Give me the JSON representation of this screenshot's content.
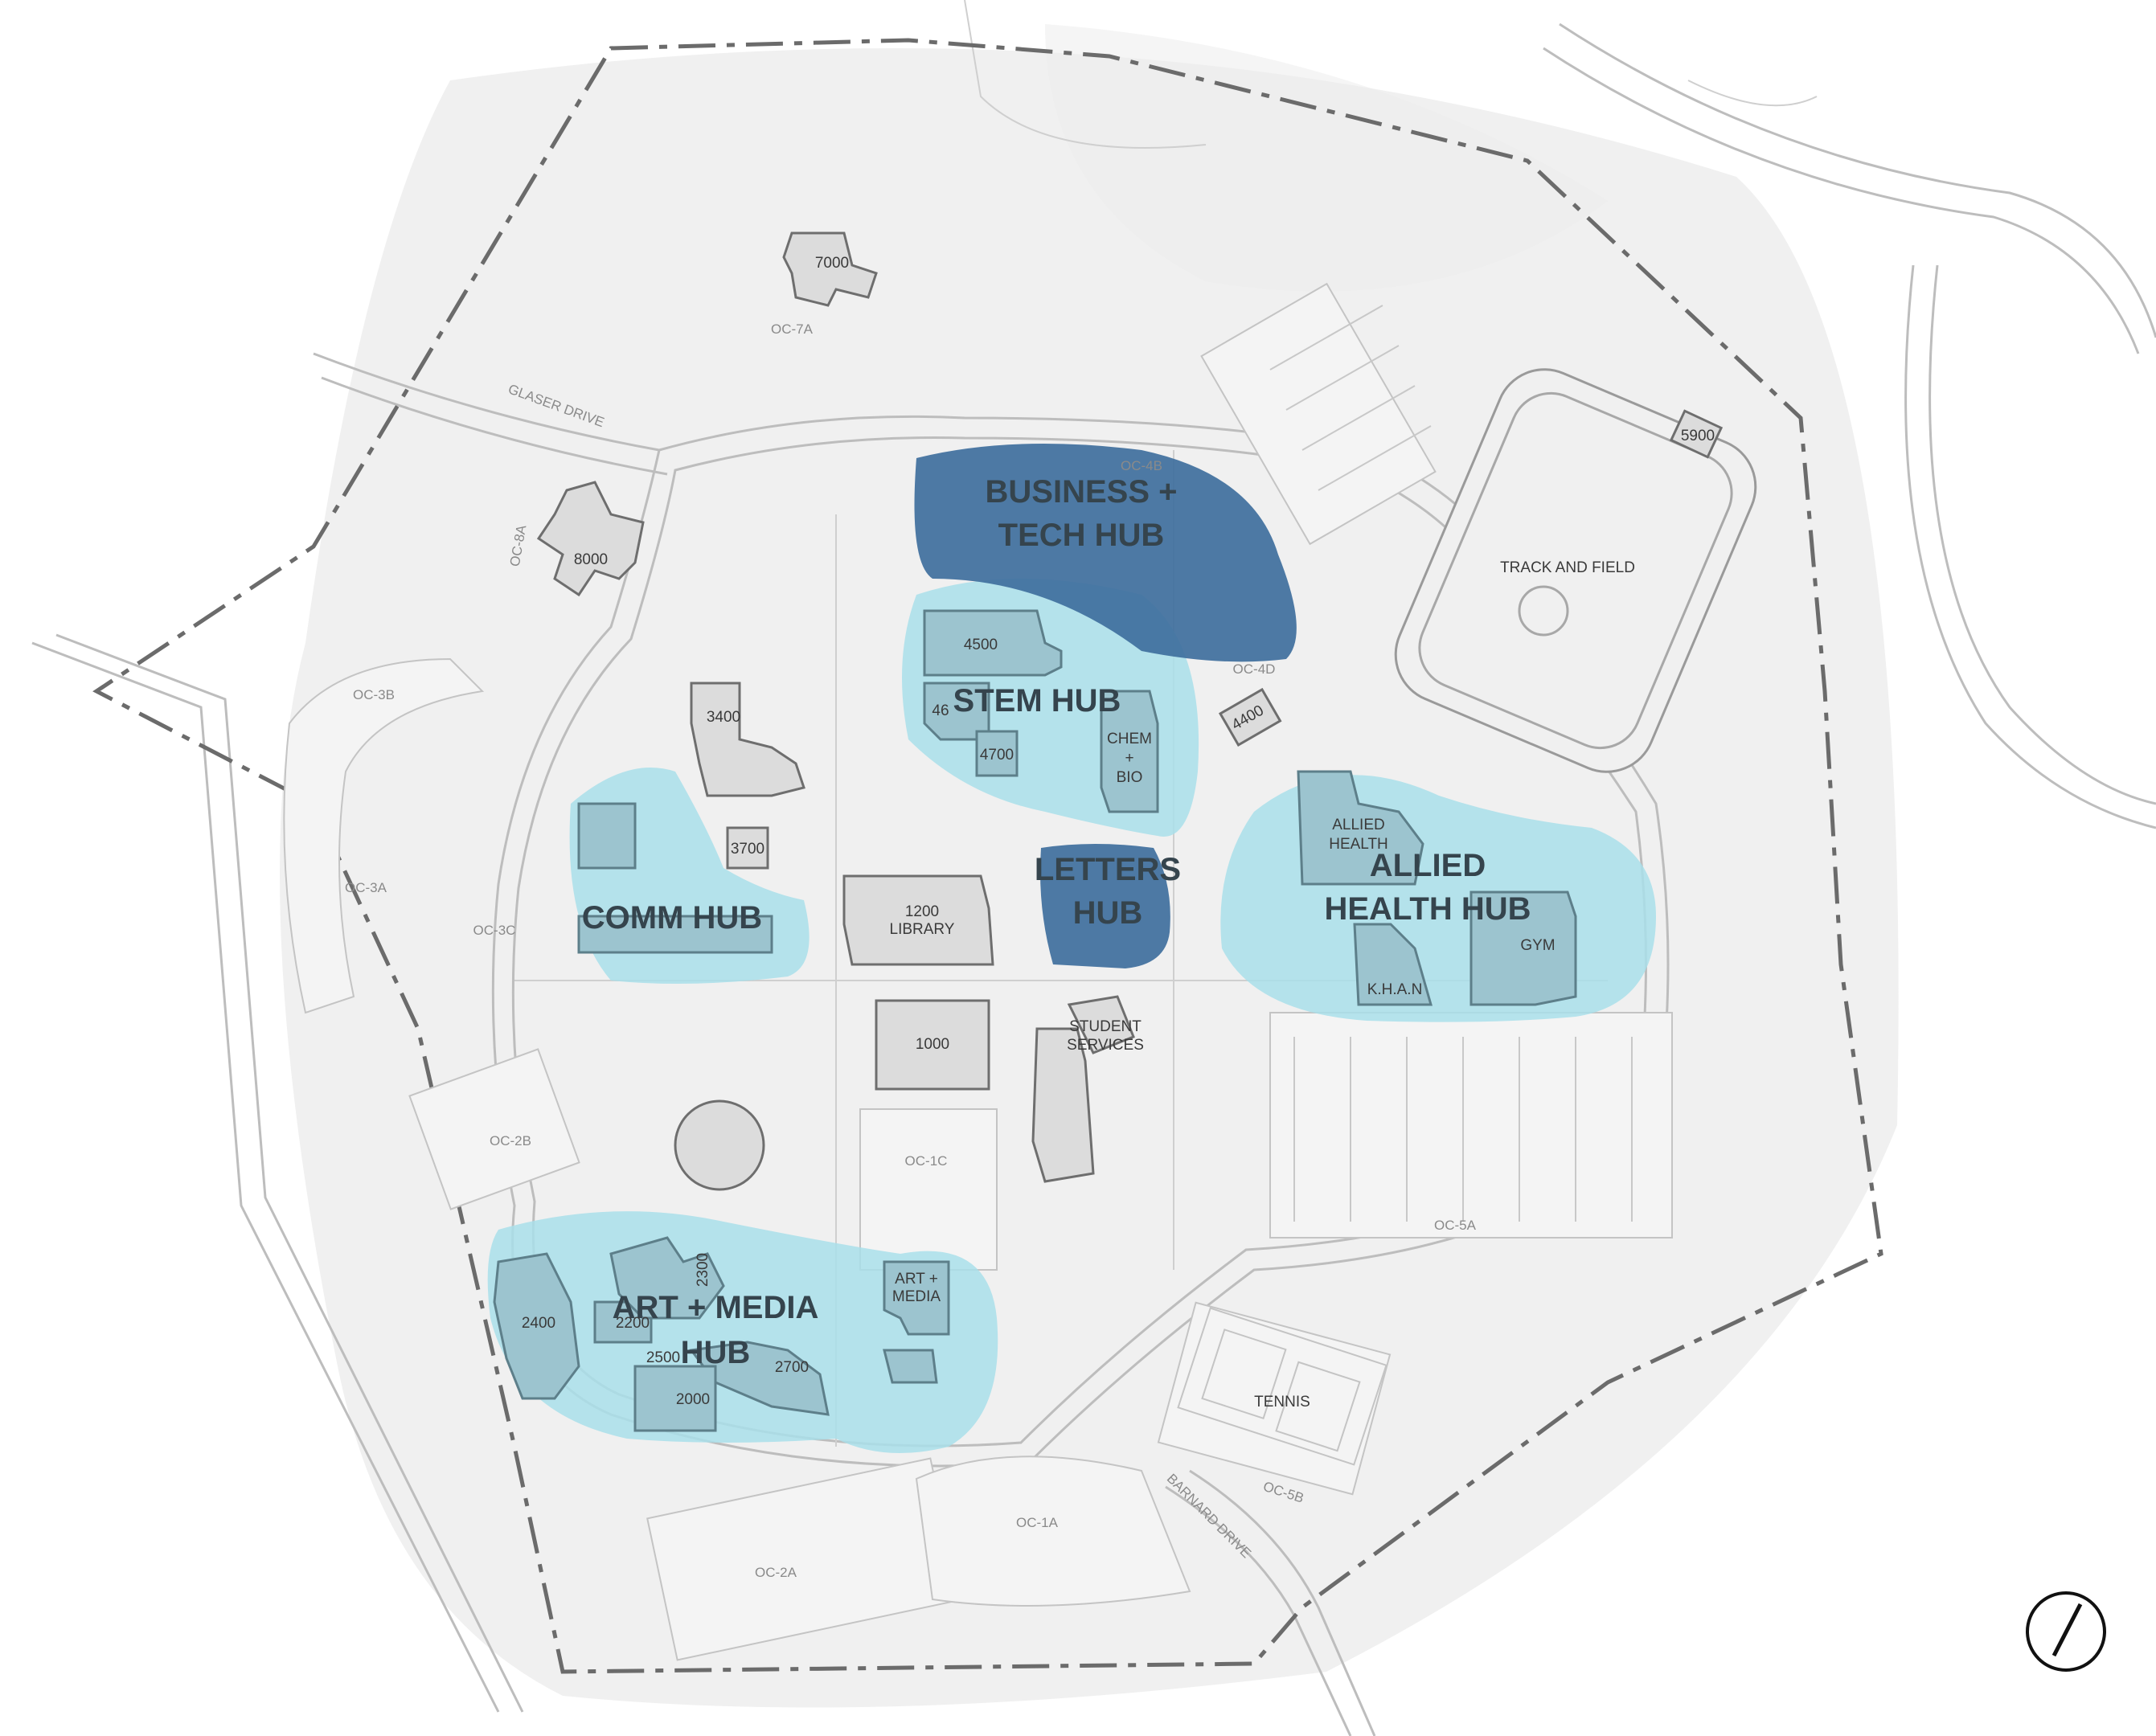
{
  "hubs": {
    "business_tech": [
      "BUSINESS +",
      "TECH HUB"
    ],
    "stem": [
      "STEM HUB"
    ],
    "comm": [
      "COMM HUB"
    ],
    "letters": [
      "LETTERS",
      "HUB"
    ],
    "allied_health": [
      "ALLIED",
      "HEALTH HUB"
    ],
    "art_media": [
      "ART + MEDIA",
      "HUB"
    ]
  },
  "buildings": {
    "b7000": "7000",
    "b8000": "8000",
    "b5900": "5900",
    "b4500": "4500",
    "b4600": "46",
    "b4700": "4700",
    "b4400": "4400",
    "chem_bio": [
      "CHEM",
      "+",
      "BIO"
    ],
    "b3400": "3400",
    "b3700": "3700",
    "library": [
      "1200",
      "LIBRARY"
    ],
    "allied_health_bldg": [
      "ALLIED",
      "HEALTH"
    ],
    "khan": "K.H.A.N",
    "gym": "GYM",
    "b1000": "1000",
    "student_services": [
      "STUDENT",
      "SERVICES"
    ],
    "b2400": "2400",
    "b2200": "2200",
    "b2300": "2300",
    "b2500": "2500",
    "b2700": "2700",
    "b2000": "2000",
    "art_media_bldg": [
      "ART +",
      "MEDIA"
    ]
  },
  "places": {
    "track_field": "TRACK AND FIELD",
    "tennis": "TENNIS"
  },
  "lots": {
    "oc7a": "OC-7A",
    "oc8a": "OC-8A",
    "oc3b": "OC-3B",
    "oc3a": "OC-3A",
    "oc3c": "OC-3C",
    "oc2b": "OC-2B",
    "oc4b": "OC-4B",
    "oc4d": "OC-4D",
    "oc1c": "OC-1C",
    "oc5a": "OC-5A",
    "oc5b": "OC-5B",
    "oc1a": "OC-1A",
    "oc2a": "OC-2A"
  },
  "streets": {
    "glaser": "GLASER DRIVE",
    "barnard": "BARNARD DRIVE"
  },
  "icons": {
    "north_arrow": "north-arrow-icon"
  },
  "colors": {
    "hub_light": "#a9dfea",
    "hub_dark": "#3f6f9d"
  }
}
